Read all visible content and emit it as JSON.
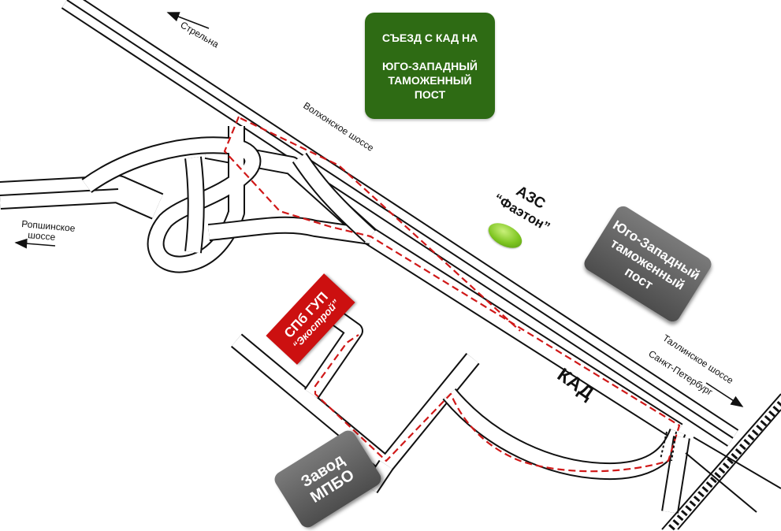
{
  "title_box": {
    "line1": "СЪЕЗД С КАД НА",
    "line2": "ЮГО-ЗАПАДНЫЙ",
    "line3": "ТАМОЖЕННЫЙ",
    "line4": "ПОСТ",
    "color": "#2e6b14"
  },
  "roads": {
    "strelna": "Стрельна",
    "volkhonskoe": "Волхонское шоссе",
    "ropshinskoe_1": "Ропшинское",
    "ropshinskoe_2": "шоссе",
    "tallinskoe": "Таллинское шоссе",
    "spb": "Санкт-Петербург",
    "kad": "КАД"
  },
  "places": {
    "azs_line1": "АЗС",
    "azs_line2": "“Фаэтон”",
    "customs_line1": "Юго-Западный",
    "customs_line2": "таможенный",
    "customs_line3": "пост",
    "ekostroy_line1": "СПб ГУП",
    "ekostroy_line2": "“Экострой”",
    "plant_line1": "Завод",
    "plant_line2": "МПБО"
  },
  "colors": {
    "route": "#d01818",
    "ekostroy": "#cc1010",
    "gray_box": "#5e5e5e",
    "azs_marker": "#7ec521"
  },
  "icons": {
    "arrow_strelna": "arrow-left-icon",
    "arrow_ropshinskoe": "arrow-left-icon",
    "arrow_spb": "arrow-right-icon",
    "railway": "railway-icon"
  }
}
